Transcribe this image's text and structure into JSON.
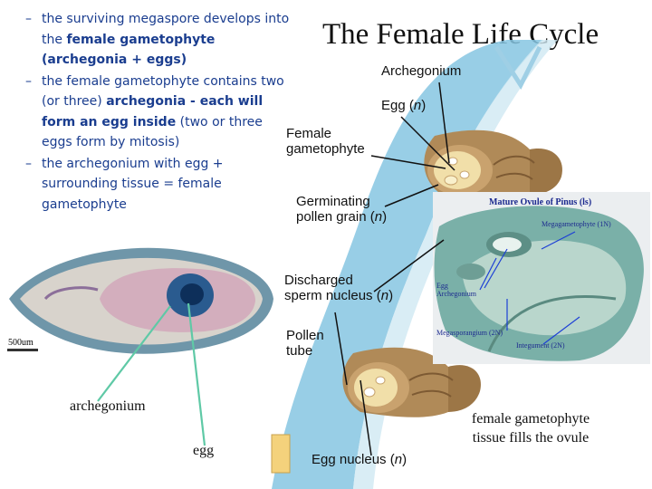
{
  "bullets": [
    {
      "parts": [
        {
          "t": "the surviving megaspore develops into the ",
          "b": false
        },
        {
          "t": "female gametophyte (archegonia + eggs)",
          "b": true
        }
      ]
    },
    {
      "parts": [
        {
          "t": "the female gametophyte contains two (or three) ",
          "b": false
        },
        {
          "t": "archegonia - each will form an egg inside",
          "b": true
        },
        {
          "t": " (two or three eggs form by mitosis)",
          "b": false
        }
      ]
    },
    {
      "parts": [
        {
          "t": "the archegonium with egg + surrounding tissue = female gametophyte",
          "b": false
        }
      ]
    }
  ],
  "title": "The Female Life Cycle",
  "diagram_labels": {
    "archegonium": "Archegonium",
    "egg_prefix": "Egg (",
    "egg_n": "n",
    "egg_suffix": ")",
    "female_gametophyte_line1": "Female",
    "female_gametophyte_line2": "gametophyte",
    "germinating_line1": "Germinating",
    "germinating_line2_prefix": "pollen grain (",
    "germinating_n": "n",
    "germinating_suffix": ")",
    "discharged_line1": "Discharged",
    "discharged_line2_prefix": "sperm nucleus (",
    "discharged_n": "n",
    "discharged_suffix": ")",
    "pollen_tube_line1": "Pollen",
    "pollen_tube_line2": "tube",
    "egg_nucleus_prefix": "Egg nucleus (",
    "egg_nucleus_n": "n",
    "egg_nucleus_suffix": ")"
  },
  "micrograph_labels": {
    "scale_bar": "500um",
    "archegonium": "archegonium",
    "egg": "egg"
  },
  "ovule_micrograph_labels": {
    "title": "Mature Ovule of Pinus (ls)",
    "megagametophyte": "Megagametophyte (1N)",
    "egg": "Egg",
    "archegonium": "Archegonium",
    "megasporangium": "Megasporangium (2N)",
    "integument": "Integument (2N)"
  },
  "bottom_caption": {
    "line1": "female gametophyte",
    "line2": "tissue fills the ovule"
  },
  "colors": {
    "bullet_text": "#1a3d8f",
    "pointer_lines": "#5fc9a6",
    "band_blue": "#7fc3df",
    "ovule_tan": "#b08a58"
  }
}
